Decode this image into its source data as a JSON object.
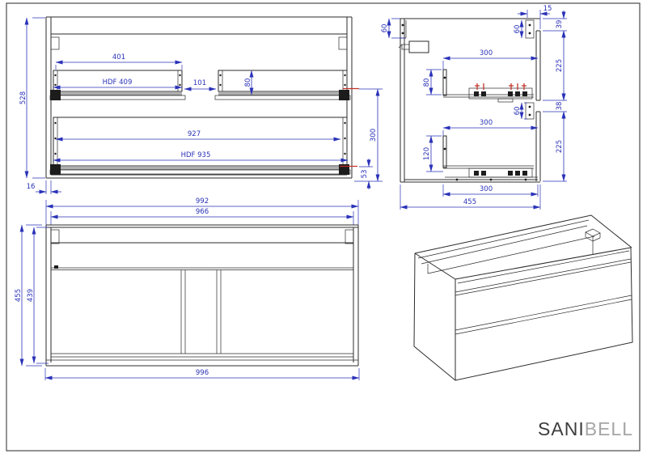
{
  "colors": {
    "line": "#2b2b2b",
    "dimension_blue": "#2a32b8",
    "accent_red": "#c23128",
    "logo_dark": "#3d3d3d",
    "logo_light": "#a6a6a6"
  },
  "logo": {
    "part1": "SANI",
    "part2": "BELL"
  },
  "front_view": {
    "height_total": "528",
    "panel_thickness": "16",
    "top_drawer_inner_width": "401",
    "top_drawer_board": "HDF 409",
    "drawer_gap": "101",
    "top_drawer_height": "80",
    "bottom_drawer_inner_width": "927",
    "bottom_drawer_board": "HDF 935",
    "slide_height": "300",
    "bottom_offset": "53",
    "width_outer": "992",
    "width_inner": "966"
  },
  "side_view": {
    "front_rail_height": "60",
    "back_rail_offset": "15",
    "back_rail_height": "60",
    "back_panel_top_offset": "39",
    "back_panel_upper": "225",
    "top_drawer_depth": "300",
    "top_drawer_height": "80",
    "mid_rail_height": "60",
    "back_panel_gap": "38",
    "bottom_drawer_depth": "300",
    "bottom_drawer_height": "120",
    "back_panel_lower": "225",
    "slide_depth": "300",
    "depth_total": "455"
  },
  "carcass_view": {
    "height_outer": "455",
    "height_inner": "439",
    "width_bottom": "996"
  }
}
